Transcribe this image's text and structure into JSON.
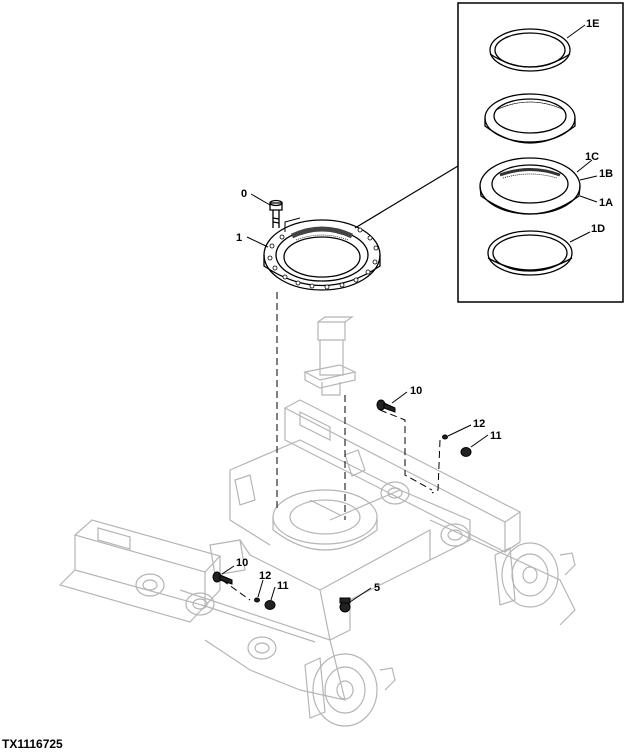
{
  "figure_id": "TX1116725",
  "callouts": {
    "c0": "0",
    "c1": "1",
    "c1E": "1E",
    "c1C": "1C",
    "c1B": "1B",
    "c1A": "1A",
    "c1D": "1D",
    "c10_top": "10",
    "c12_top": "12",
    "c11_top": "11",
    "c10_low": "10",
    "c12_low": "12",
    "c11_low": "11",
    "c5": "5"
  }
}
